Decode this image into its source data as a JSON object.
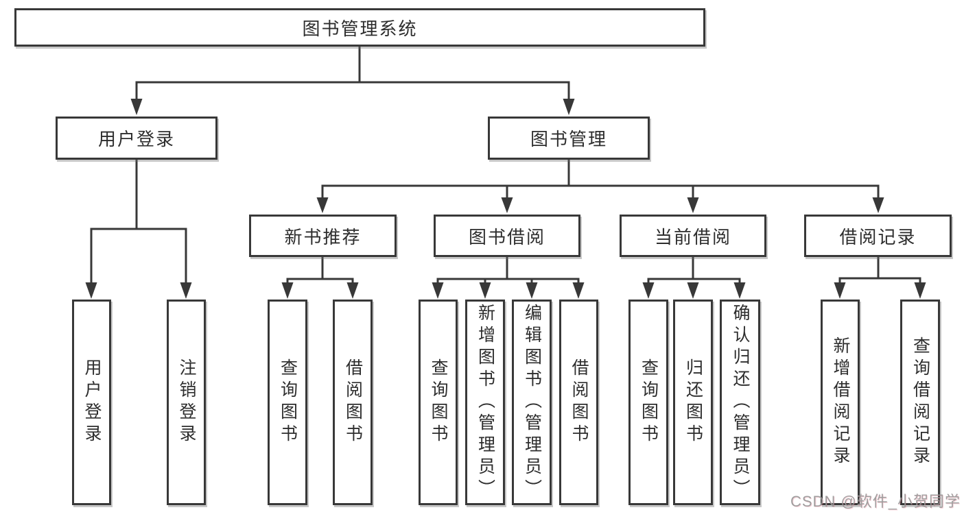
{
  "diagram": {
    "root": {
      "label": "图书管理系统"
    },
    "level2": [
      {
        "label": "用户登录"
      },
      {
        "label": "图书管理"
      }
    ],
    "level3": [
      {
        "label": "新书推荐",
        "parent": "图书管理"
      },
      {
        "label": "图书借阅",
        "parent": "图书管理"
      },
      {
        "label": "当前借阅",
        "parent": "图书管理"
      },
      {
        "label": "借阅记录",
        "parent": "图书管理"
      }
    ],
    "leaves": [
      {
        "label": "用户登录",
        "parent": "用户登录"
      },
      {
        "label": "注销登录",
        "parent": "用户登录"
      },
      {
        "label": "查询图书",
        "parent": "新书推荐"
      },
      {
        "label": "借阅图书",
        "parent": "新书推荐"
      },
      {
        "label": "查询图书",
        "parent": "图书借阅"
      },
      {
        "label": "新增图书（管理员）",
        "parent": "图书借阅"
      },
      {
        "label": "编辑图书（管理员）",
        "parent": "图书借阅"
      },
      {
        "label": "借阅图书",
        "parent": "图书借阅"
      },
      {
        "label": "查询图书",
        "parent": "当前借阅"
      },
      {
        "label": "归还图书",
        "parent": "当前借阅"
      },
      {
        "label": "确认归还（管理员）",
        "parent": "当前借阅"
      },
      {
        "label": "新增借阅记录",
        "parent": "借阅记录"
      },
      {
        "label": "查询借阅记录",
        "parent": "借阅记录"
      }
    ],
    "watermark": "CSDN @软件_小贺同学",
    "colors": {
      "line": "#383838",
      "box_border": "#383838",
      "text": "#2d2d2d",
      "watermark": "#989898",
      "background": "#ffffff"
    }
  }
}
